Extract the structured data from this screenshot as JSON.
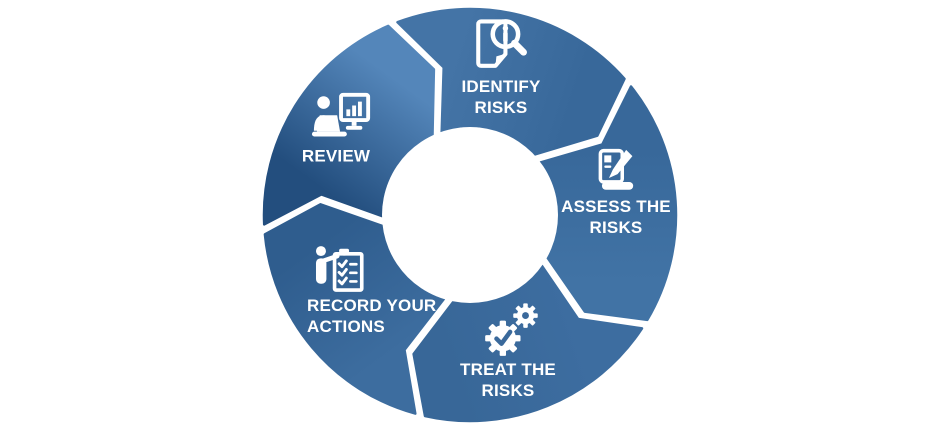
{
  "diagram": {
    "background_color": "#ffffff",
    "label_color": "#ffffff",
    "icon_color": "#ffffff",
    "direction": "clockwise",
    "segments": [
      {
        "label": "IDENTIFY\nRISKS",
        "icon": "document-magnifier-icon",
        "color_start": "#4474a6",
        "color_end": "#38689a"
      },
      {
        "label": "ASSESS THE\nRISKS",
        "icon": "document-pencil-icon",
        "color_start": "#38689a",
        "color_end": "#4173a5"
      },
      {
        "label": "TREAT THE\nRISKS",
        "icon": "gears-check-icon",
        "color_start": "#3d6da0",
        "color_end": "#386798",
        "cutout_color": "#3a699b"
      },
      {
        "label": "RECORD YOUR\nACTIONS",
        "icon": "person-checklist-icon",
        "color_start": "#3d6d9f",
        "color_end": "#2f5d8e"
      },
      {
        "label": "REVIEW",
        "icon": "person-computer-icon",
        "color_start": "#234e7e",
        "color_end": "#5486ba"
      }
    ]
  }
}
